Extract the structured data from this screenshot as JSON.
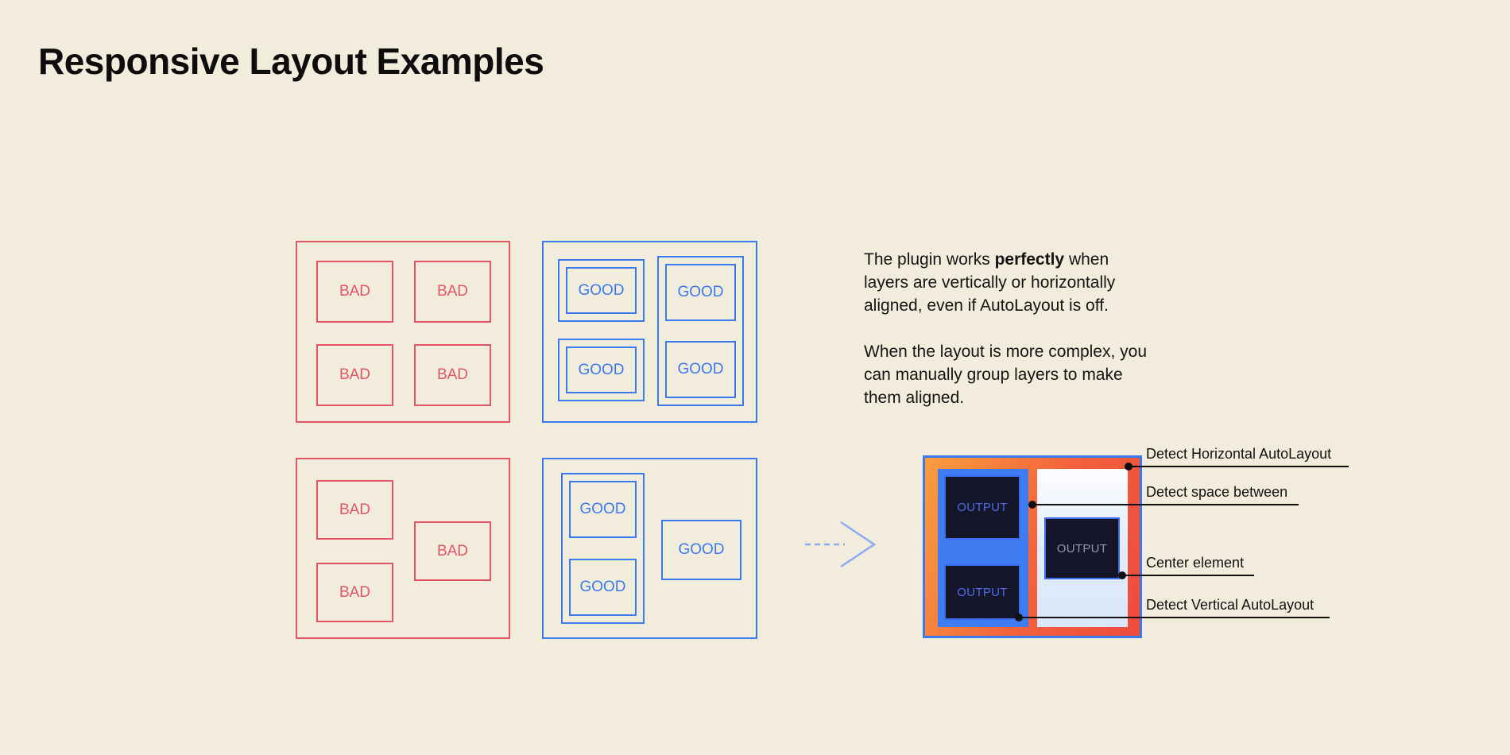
{
  "page": {
    "title": "Responsive Layout Examples"
  },
  "labels": {
    "bad": "BAD",
    "good": "GOOD",
    "output": "OUTPUT"
  },
  "description": {
    "p1_line1_before": "The plugin works ",
    "p1_line1_bold": "perfectly",
    "p1_line1_after": " when",
    "p1_line2": "layers are vertically or horizontally",
    "p1_line3": "aligned, even if AutoLayout is off.",
    "p2_line1": "When the layout is more complex, you",
    "p2_line2": "can manually group layers to make",
    "p2_line3": "them aligned."
  },
  "annotations": {
    "horizontal": "Detect Horizontal AutoLayout",
    "space_between": "Detect space between",
    "center": "Center element",
    "vertical": "Detect Vertical AutoLayout"
  },
  "colors": {
    "background": "#f2ecdc",
    "bad": "#e25563",
    "good": "#3b79f2",
    "output_gradient_start": "#f99d3e",
    "output_gradient_end": "#ee4b3d",
    "dark_box": "#15162a"
  }
}
